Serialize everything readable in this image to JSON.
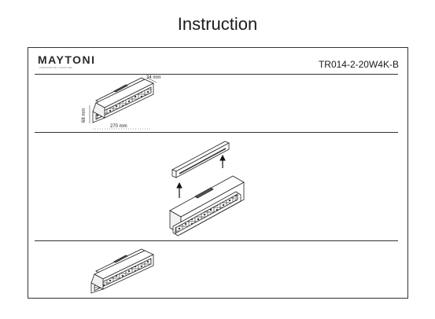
{
  "title": "Instruction",
  "brand": {
    "name": "MAYTONI",
    "tagline": "INNOVATIVE LIGHTING"
  },
  "model": "TR014-2-20W4K-B",
  "dimensions": {
    "width": "34 mm",
    "height": "68 mm",
    "length": "270 mm"
  },
  "icons": [
    "arrow-up-icon",
    "arrow-up-icon"
  ]
}
